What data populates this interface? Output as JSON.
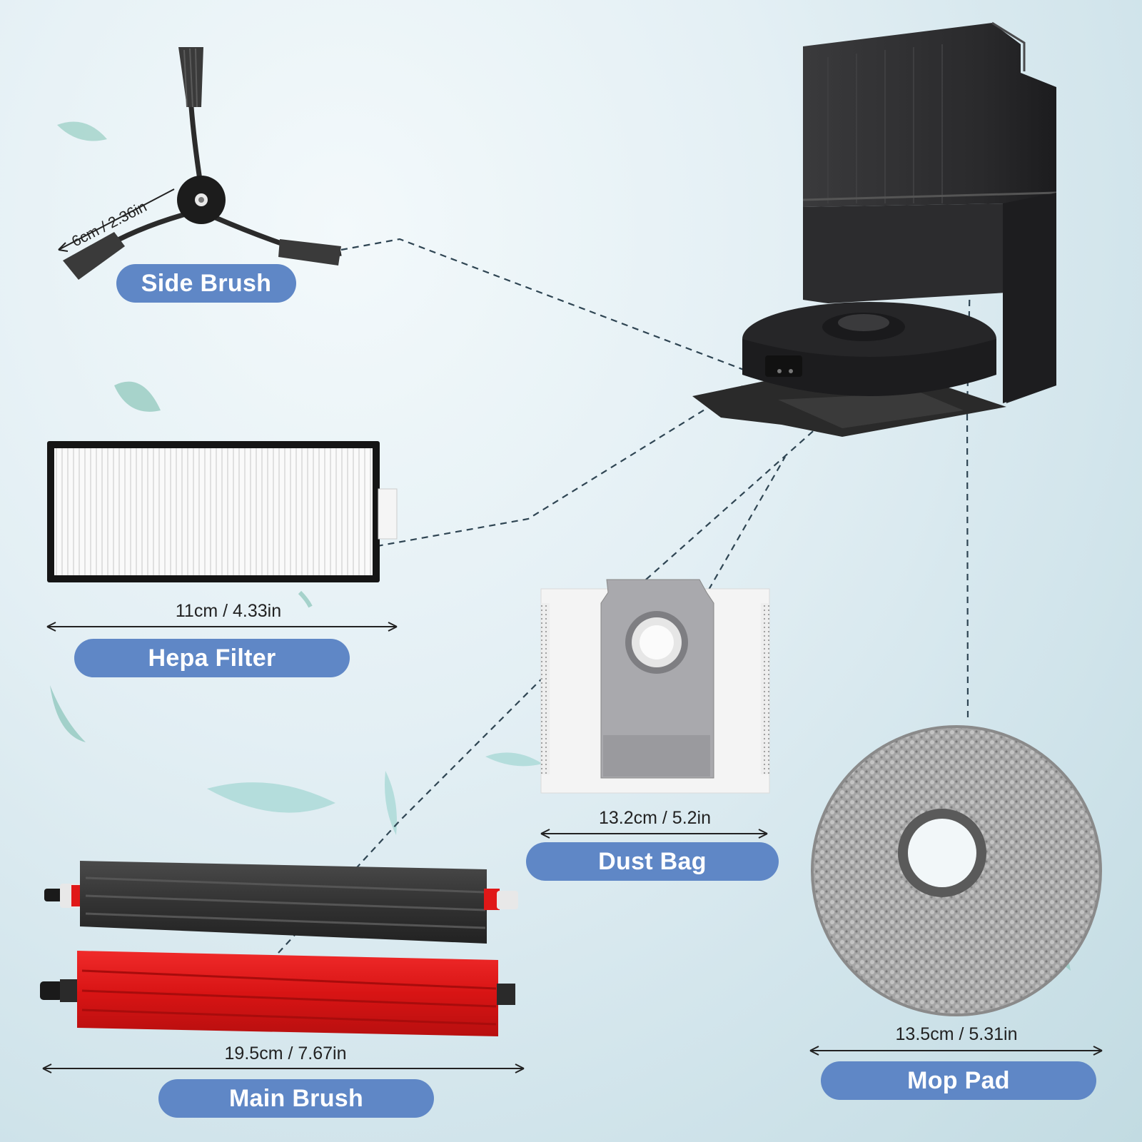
{
  "parts": [
    {
      "id": "side-brush",
      "label": "Side Brush",
      "dimension": "6cm / 2.36in"
    },
    {
      "id": "hepa-filter",
      "label": "Hepa Filter",
      "dimension": "11cm / 4.33in"
    },
    {
      "id": "dust-bag",
      "label": "Dust Bag",
      "dimension": "13.2cm / 5.2in"
    },
    {
      "id": "main-brush",
      "label": "Main Brush",
      "dimension": "19.5cm / 7.67in"
    },
    {
      "id": "mop-pad",
      "label": "Mop Pad",
      "dimension": "13.5cm / 5.31in"
    }
  ],
  "colors": {
    "label_pill": "#5f87c6",
    "label_text": "#ffffff",
    "station": "#2b2b2d",
    "main_brush_red": "#e01818",
    "main_brush_dark": "#3a3a3a",
    "mop_pad": "#9a9a9a"
  }
}
